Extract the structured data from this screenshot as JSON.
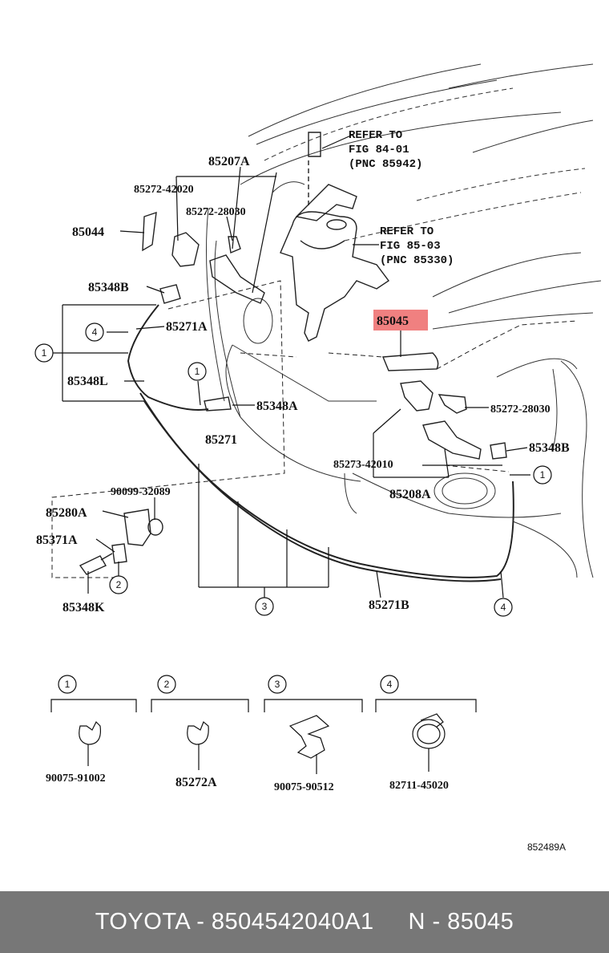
{
  "highlight_color": "#f08080",
  "references": [
    {
      "line1": "REFER TO",
      "line2": "FIG 84-01",
      "line3": "(PNC 85942)"
    },
    {
      "line1": "REFER TO",
      "line2": "FIG 85-03",
      "line3": "(PNC 85330)"
    }
  ],
  "parts": {
    "p85207A": "85207A",
    "p85272_42020": "85272-42020",
    "p85272_28030_top": "85272-28030",
    "p85044": "85044",
    "p85348B_left": "85348B",
    "p85271A": "85271A",
    "p85348L": "85348L",
    "p85348A": "85348A",
    "p85271": "85271",
    "p85045": "85045",
    "p85272_28030_right": "85272-28030",
    "p85348B_right": "85348B",
    "p85273_42010": "85273-42010",
    "p85208A": "85208A",
    "p90099_32089": "90099-32089",
    "p85280A": "85280A",
    "p85371A": "85371A",
    "p85348K": "85348K",
    "p85271B": "85271B"
  },
  "callouts": [
    "1",
    "2",
    "3",
    "4"
  ],
  "legend": [
    {
      "num": "1",
      "part": "90075-91002"
    },
    {
      "num": "2",
      "part": "85272A"
    },
    {
      "num": "3",
      "part": "90075-90512"
    },
    {
      "num": "4",
      "part": "82711-45020"
    }
  ],
  "figure_code": "852489A",
  "footer": {
    "text": "TOYOTA - 8504542040A1     N - 85045"
  }
}
